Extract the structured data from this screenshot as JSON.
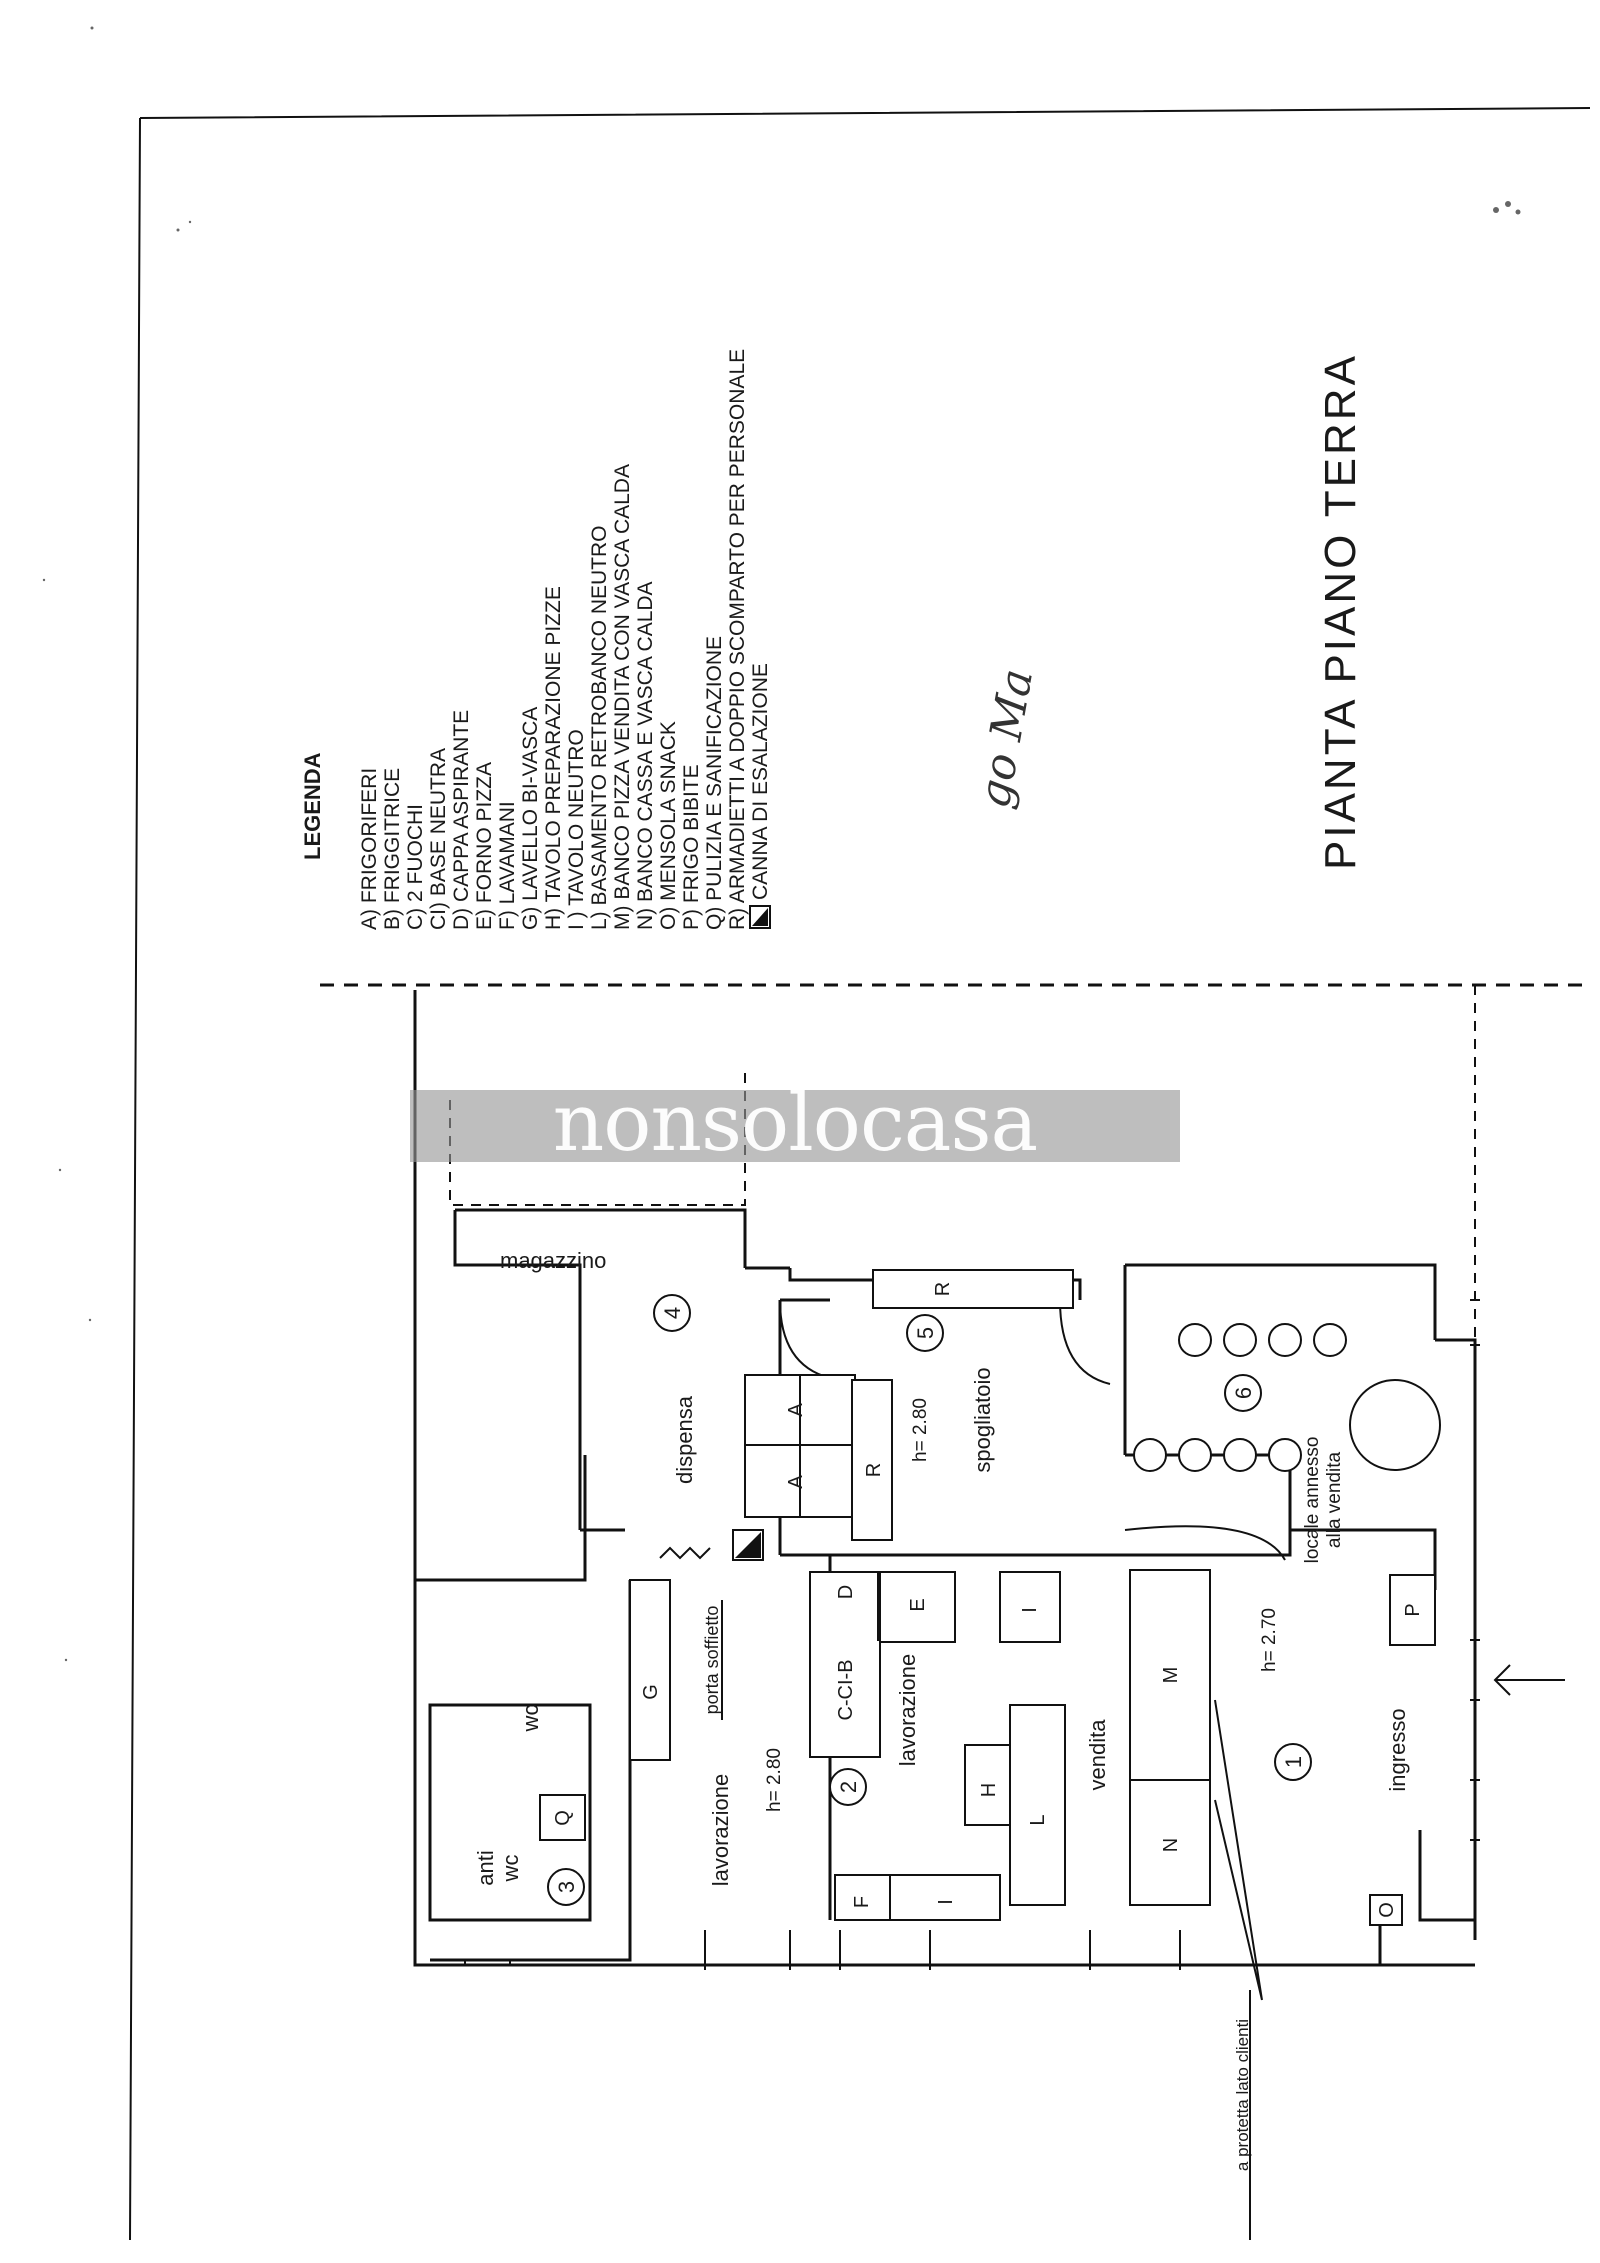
{
  "title": "PIANTA PIANO TERRA",
  "legend": {
    "heading": "LEGENDA",
    "items": [
      "A) FRIGORIFERI",
      "B) FRIGGITRICE",
      "C) 2 FUOCHI",
      "CI) BASE NEUTRA",
      "D) CAPPA ASPIRANTE",
      "E) FORNO PIZZA",
      "F) LAVAMANI",
      "G) LAVELLO BI-VASCA",
      "H) TAVOLO PREPARAZIONE PIZZE",
      "I ) TAVOLO NEUTRO",
      "L) BASAMENTO RETROBANCO NEUTRO",
      "M) BANCO PIZZA VENDITA CON VASCA CALDA",
      "N) BANCO CASSA E VASCA CALDA",
      "O) MENSOLA SNACK",
      "P) FRIGO BIBITE",
      "Q) PULIZIA E SANIFICAZIONE",
      "R) ARMADIETTI A DOPPIO SCOMPARTO PER PERSONALE",
      "CANNA DI ESALAZIONE"
    ]
  },
  "signature": "go Ma",
  "watermark": "nonsolocasa",
  "rooms": {
    "magazzino": "magazzino",
    "dispensa": "dispensa",
    "spogliatoio": "spogliatoio",
    "locale_line1": "locale annesso",
    "locale_line2": "alla vendita",
    "lavorazione_left": "lavorazione",
    "lavorazione_right": "lavorazione",
    "vendita": "vendita",
    "ingresso": "ingresso",
    "anti": "anti",
    "wc_small": "wc",
    "wc": "wc"
  },
  "room_numbers": [
    "1",
    "2",
    "3",
    "4",
    "5",
    "6"
  ],
  "heights": {
    "spogliatoio": "h= 2.80",
    "lavorazione": "h= 2.80",
    "ingresso": "h= 2.70"
  },
  "notes": {
    "porta_soffietto": "porta soffietto",
    "protetta": "a protetta lato clienti"
  },
  "fixtures": {
    "A": "A",
    "R": "R",
    "CCIB": "C-CI-B",
    "D": "D",
    "E": "E",
    "I": "I",
    "G": "G",
    "M": "M",
    "N": "N",
    "L": "L",
    "H": "H",
    "F": "F",
    "Q": "Q",
    "P": "P",
    "O": "O"
  },
  "colors": {
    "ink": "#1a1a1a",
    "watermark_band": "#969696",
    "paper": "#ffffff"
  }
}
